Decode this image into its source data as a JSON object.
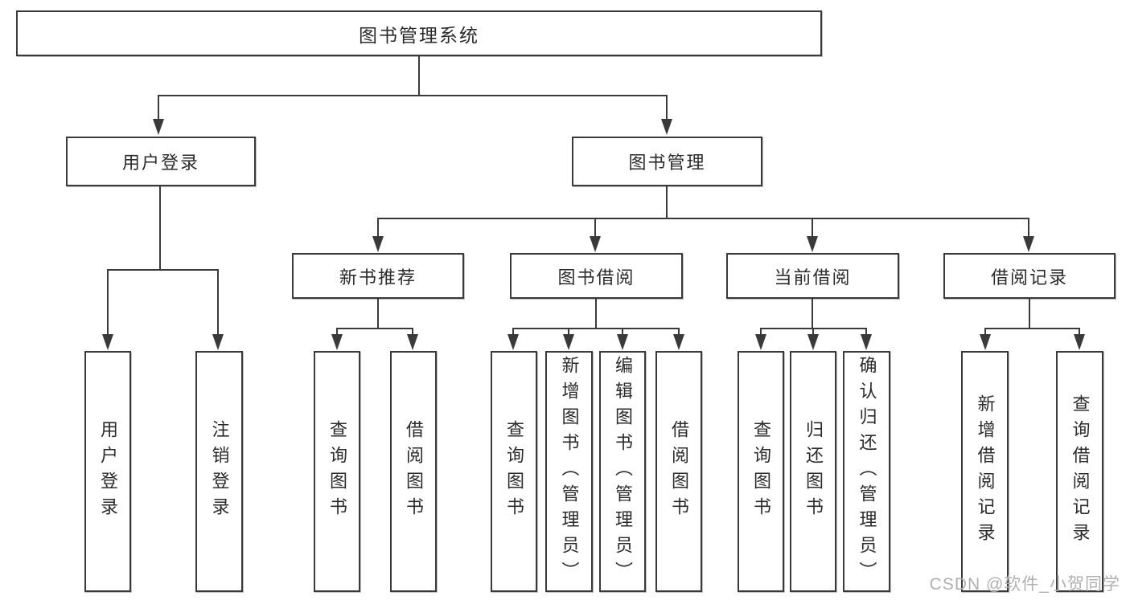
{
  "diagram": {
    "root": {
      "label": "图书管理系统"
    },
    "branches": {
      "user_login": {
        "label": "用户登录"
      },
      "book_mgmt": {
        "label": "图书管理"
      }
    },
    "modules": {
      "new_book": {
        "label": "新书推荐"
      },
      "book_borrow": {
        "label": "图书借阅"
      },
      "current_borrow": {
        "label": "当前借阅"
      },
      "borrow_records": {
        "label": "借阅记录"
      }
    },
    "leaves": {
      "user_login_login": "用户登录",
      "user_login_logout": "注销登录",
      "new_book_query": "查询图书",
      "new_book_borrow": "借阅图书",
      "borrow_query": "查询图书",
      "borrow_add": "新增图书（管理员）",
      "borrow_edit": "编辑图书（管理员）",
      "borrow_borrow": "借阅图书",
      "current_query": "查询图书",
      "current_return": "归还图书",
      "current_confirm": "确认归还（管理员）",
      "records_add": "新增借阅记录",
      "records_query": "查询借阅记录"
    },
    "watermark": "CSDN @软件_小贺同学",
    "colors": {
      "line": "#3a3a3a",
      "text": "#2b2b2b",
      "box_bg": "#ffffff",
      "watermark": "#b0b0b0",
      "background": "#ffffff"
    }
  }
}
